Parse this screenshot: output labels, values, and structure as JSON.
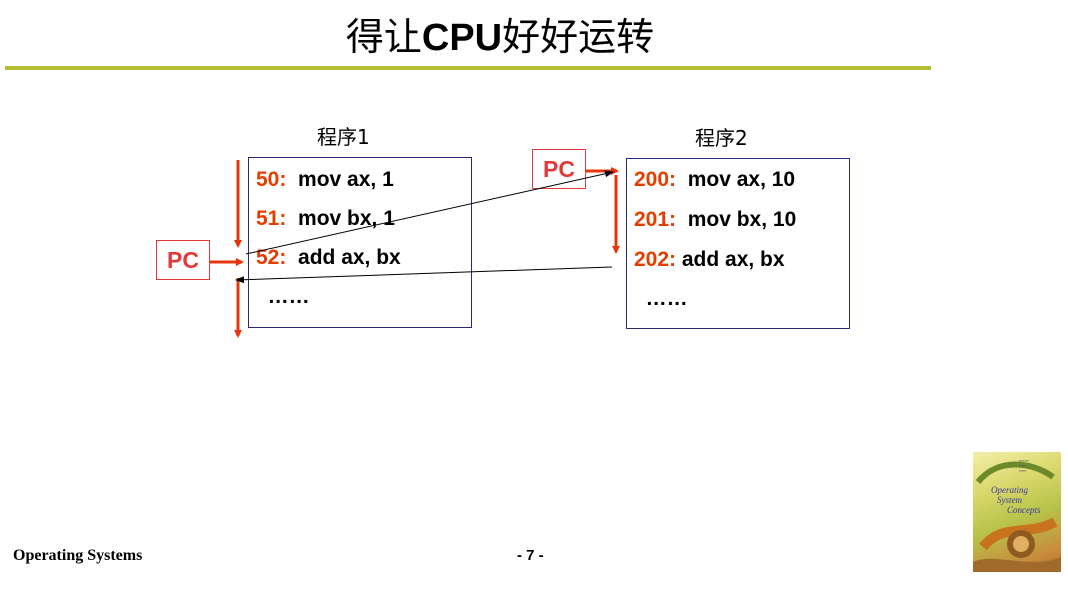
{
  "slide": {
    "title_prefix": "得让",
    "title_bold": "CPU",
    "title_suffix": "好好运转"
  },
  "program1": {
    "label": "程序1",
    "lines": [
      {
        "addr": "50:",
        "code": "  mov ax, 1"
      },
      {
        "addr": "51:",
        "code": "  mov bx, 1"
      },
      {
        "addr": "52:",
        "code": "  add ax, bx"
      },
      {
        "addr": "",
        "code": "  ……"
      }
    ]
  },
  "program2": {
    "label": "程序2",
    "lines": [
      {
        "addr": "200:",
        "code": "  mov ax, 10"
      },
      {
        "addr": "201:",
        "code": "  mov bx, 10"
      },
      {
        "addr": "202:",
        "code": " add ax, bx"
      },
      {
        "addr": "",
        "code": "  ……"
      }
    ]
  },
  "pc_labels": {
    "left": "PC",
    "right": "PC"
  },
  "footer": {
    "course": "Operating Systems",
    "page": "- 7 -"
  },
  "book_cover": {
    "line1": "Operating",
    "line2": "System",
    "line3": "Concepts"
  },
  "colors": {
    "rule": "#b4be32",
    "address": "#e63c00",
    "arrow": "#e8340a",
    "pc": "#e23a3a",
    "box_border": "#2a2a7a"
  }
}
